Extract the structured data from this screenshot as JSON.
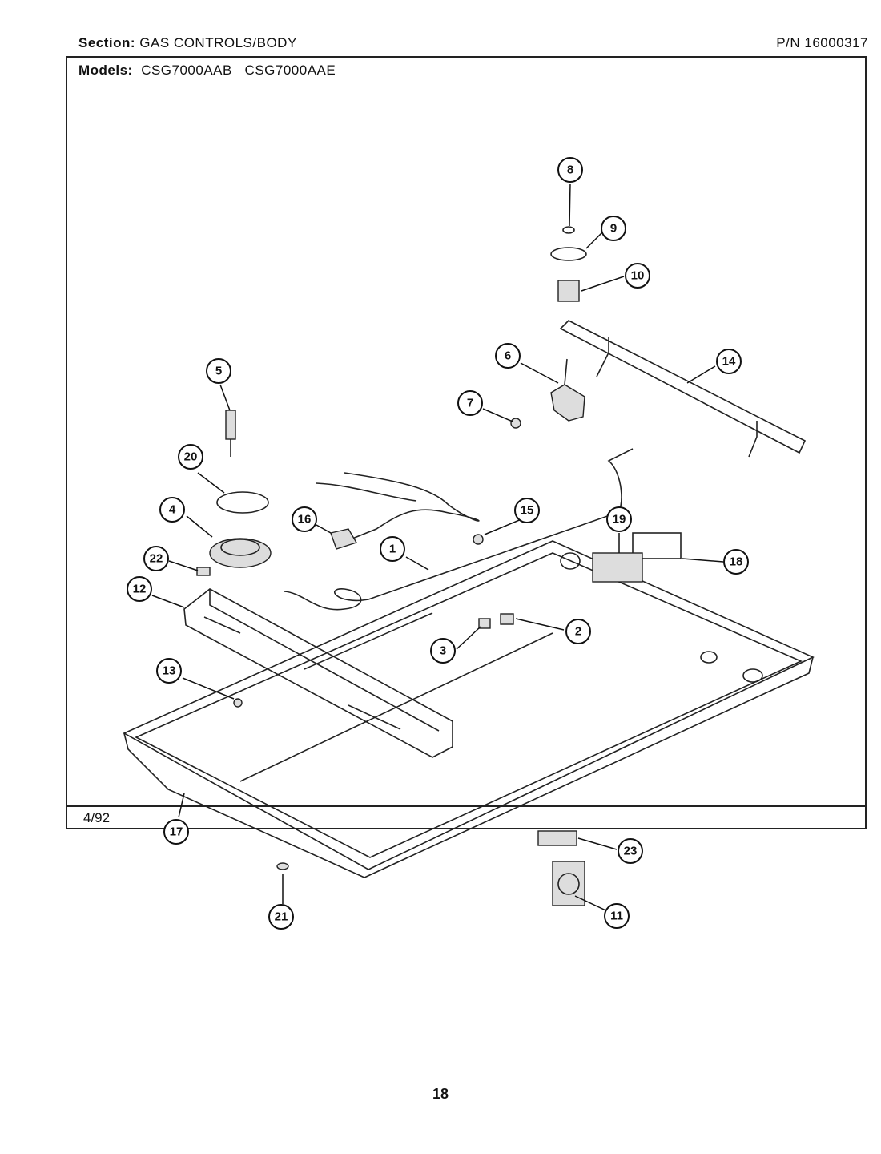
{
  "header": {
    "section_label": "Section:",
    "section_value": "GAS CONTROLS/BODY",
    "pn_label": "P/N",
    "pn_value": "16000317",
    "models_label": "Models:",
    "models": [
      "CSG7000AAB",
      "CSG7000AAE"
    ]
  },
  "footer": {
    "date": "4/92",
    "page_number": "18"
  },
  "callouts": [
    "1",
    "2",
    "3",
    "4",
    "5",
    "6",
    "7",
    "8",
    "9",
    "10",
    "11",
    "12",
    "13",
    "14",
    "15",
    "16",
    "17",
    "18",
    "19",
    "20",
    "21",
    "22",
    "23"
  ]
}
